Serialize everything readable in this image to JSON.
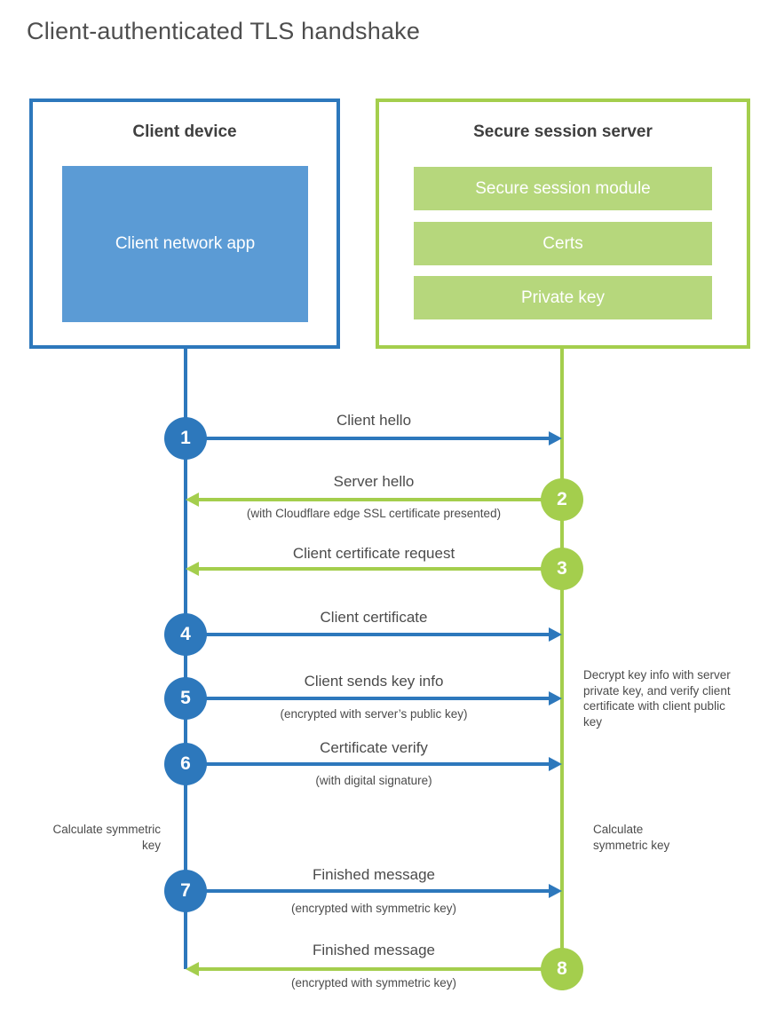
{
  "title": "Client-authenticated TLS handshake",
  "colors": {
    "blue": "#2d78bc",
    "light-blue": "#5b9bd5",
    "green": "#a4ce4d",
    "light-green": "#b6d77c",
    "dark-text": "#3f3f3f",
    "gray-text": "#4b4b4b",
    "title-text": "#4e4e4e"
  },
  "client": {
    "title": "Client device",
    "app_label": "Client network app"
  },
  "server": {
    "title": "Secure session server",
    "modules": [
      "Secure session module",
      "Certs",
      "Private key"
    ]
  },
  "steps": [
    {
      "num": "1",
      "actor": "client",
      "direction": "right",
      "label": "Client hello",
      "subtitle": ""
    },
    {
      "num": "2",
      "actor": "server",
      "direction": "left",
      "label": "Server hello",
      "subtitle": "(with Cloudflare edge SSL certificate presented)"
    },
    {
      "num": "3",
      "actor": "server",
      "direction": "left",
      "label": "Client certificate request",
      "subtitle": ""
    },
    {
      "num": "4",
      "actor": "client",
      "direction": "right",
      "label": "Client certificate",
      "subtitle": ""
    },
    {
      "num": "5",
      "actor": "client",
      "direction": "right",
      "label": "Client sends key info",
      "subtitle": "(encrypted with server’s public key)"
    },
    {
      "num": "6",
      "actor": "client",
      "direction": "right",
      "label": "Certificate verify",
      "subtitle": "(with digital signature)"
    },
    {
      "num": "7",
      "actor": "client",
      "direction": "right",
      "label": "Finished message",
      "subtitle": "(encrypted with symmetric key)"
    },
    {
      "num": "8",
      "actor": "server",
      "direction": "left",
      "label": "Finished message",
      "subtitle": "(encrypted with symmetric key)"
    }
  ],
  "notes": {
    "decrypt": "Decrypt key info with server private key, and verify client certificate with client public key",
    "calc_left": "Calculate symmetric key",
    "calc_right": "Calculate symmetric key"
  }
}
